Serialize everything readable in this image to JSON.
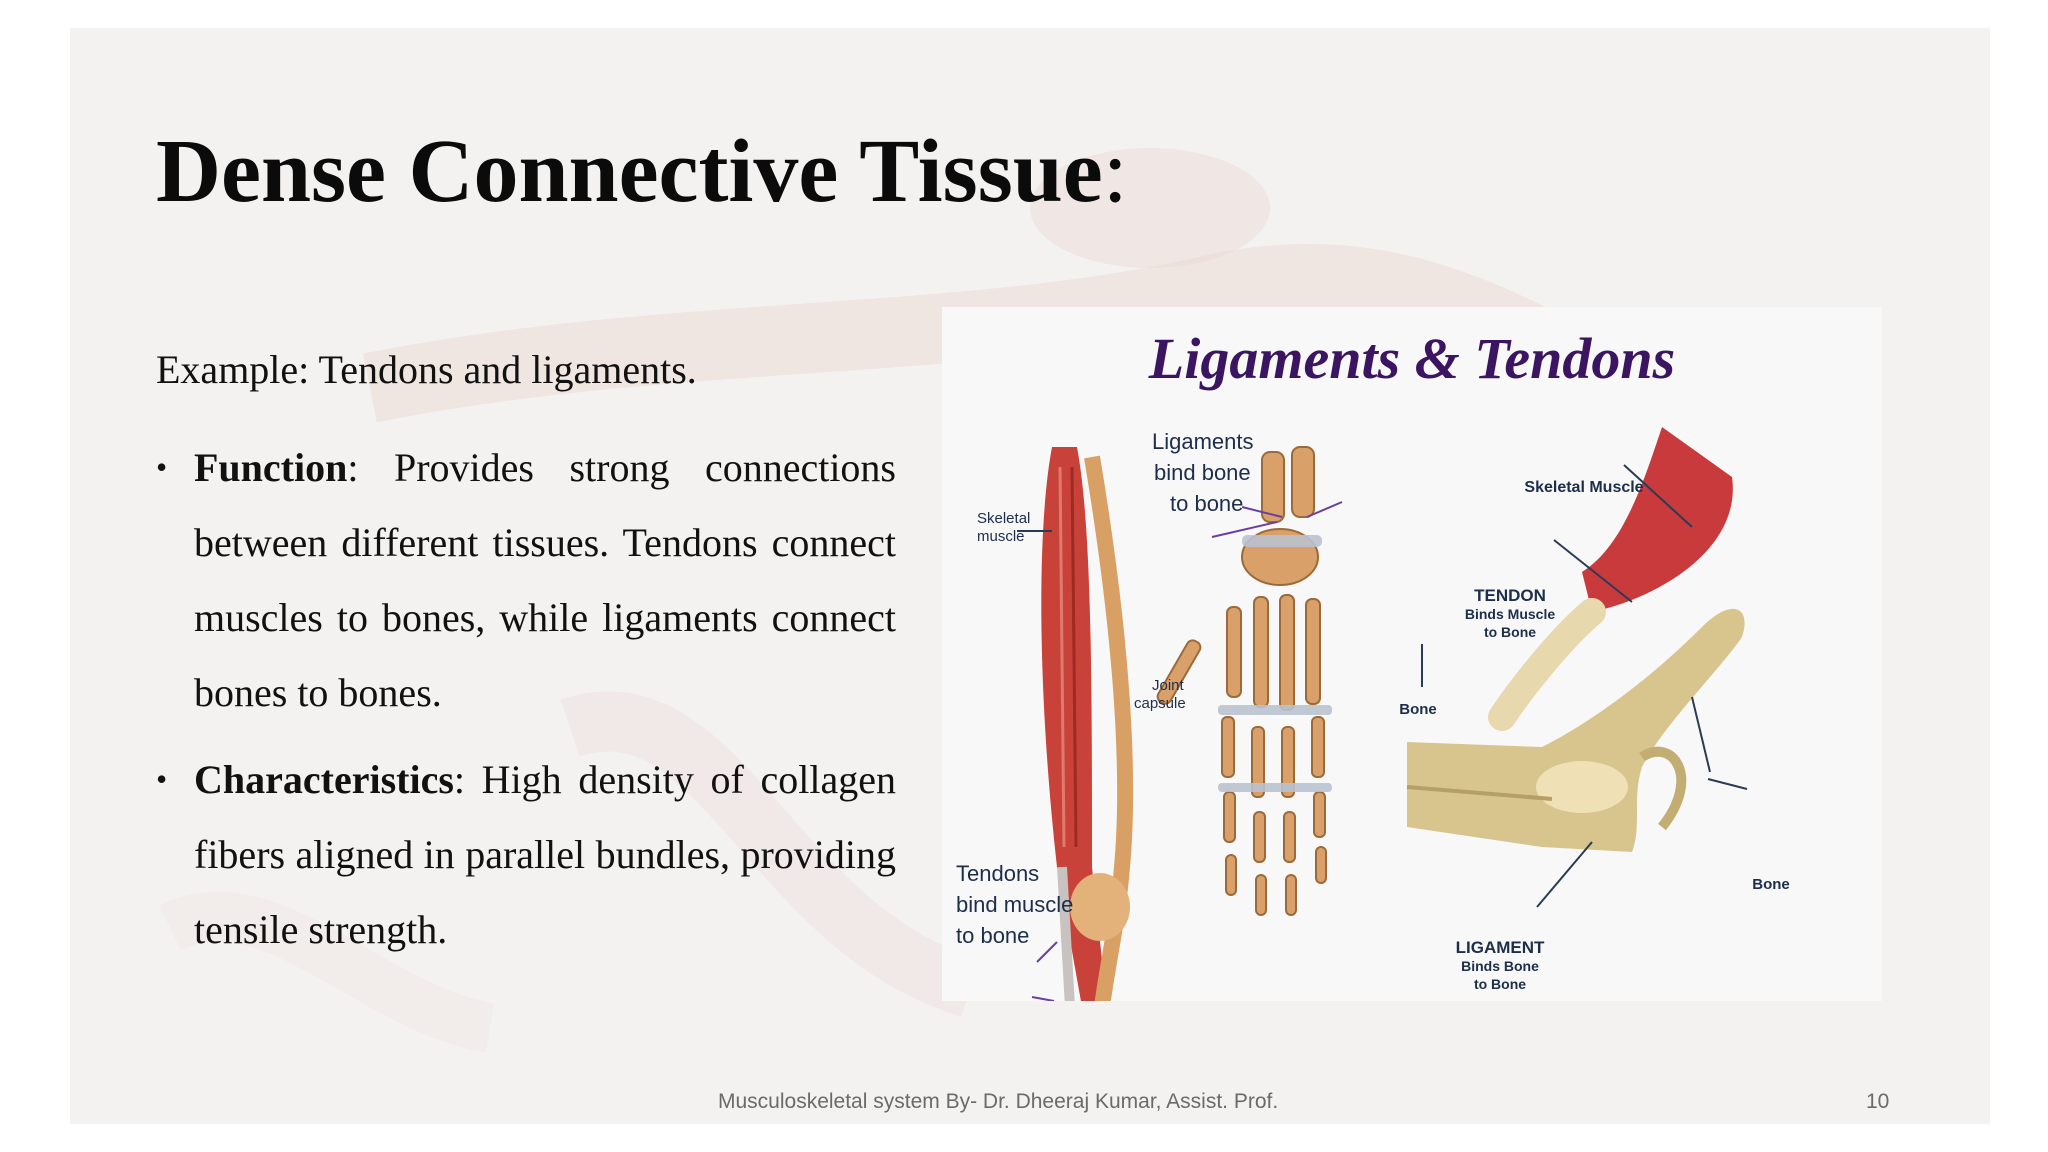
{
  "slide": {
    "title": "Dense Connective Tissue",
    "title_colon": ":",
    "example": "Example: Tendons and ligaments.",
    "bullets": [
      {
        "term": "Function",
        "sep": ":",
        "text": " Provides strong connections between different tissues. Tendons connect muscles to bones, while ligaments connect bones to bones."
      },
      {
        "term": "Characteristics",
        "sep": ":",
        "text": " High density of collagen fibers aligned in parallel bundles, providing tensile strength."
      }
    ],
    "bullet_symbol": "•"
  },
  "figure": {
    "title": "Ligaments & Tendons",
    "labels": {
      "skeletal_muscle_small_1": "Skeletal",
      "skeletal_muscle_small_2": "muscle",
      "ligaments_1": "Ligaments",
      "ligaments_2": "bind bone",
      "ligaments_3": "to bone",
      "joint_capsule_1": "Joint",
      "joint_capsule_2": "capsule",
      "tendons_1": "Tendons",
      "tendons_2": "bind muscle",
      "tendons_3": "to bone",
      "skeletal_muscle": "Skeletal Muscle",
      "tendon_1": "TENDON",
      "tendon_2": "Binds Muscle",
      "tendon_3": "to Bone",
      "bone_left": "Bone",
      "bone_right": "Bone",
      "ligament_1": "LIGAMENT",
      "ligament_2": "Binds Bone",
      "ligament_3": "to Bone"
    }
  },
  "footer": {
    "text": "Musculoskeletal system By- Dr. Dheeraj Kumar, Assist. Prof.",
    "page": "10"
  }
}
